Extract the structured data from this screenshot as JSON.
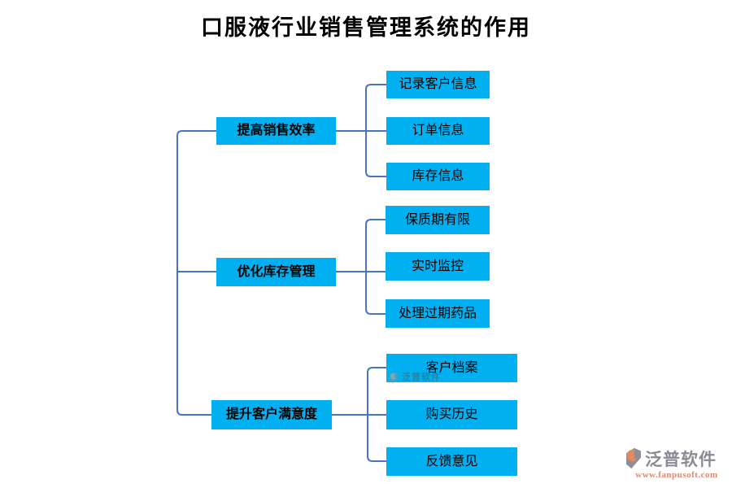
{
  "title": "口服液行业销售管理系统的作用",
  "tree": {
    "branches": [
      {
        "label": "提高销售效率",
        "children": [
          {
            "label": "记录客户信息"
          },
          {
            "label": "订单信息"
          },
          {
            "label": "库存信息"
          }
        ]
      },
      {
        "label": "优化库存管理",
        "children": [
          {
            "label": "保质期有限"
          },
          {
            "label": "实时监控"
          },
          {
            "label": "处理过期药品"
          }
        ]
      },
      {
        "label": "提升客户满意度",
        "children": [
          {
            "label": "客户档案"
          },
          {
            "label": "购买历史"
          },
          {
            "label": "反馈意见"
          }
        ]
      }
    ]
  },
  "watermark": {
    "text": "泛普软件"
  },
  "logo": {
    "name": "泛普软件",
    "url": "www.fanpusoft.com"
  },
  "colors": {
    "box_fill": "#00B0F0",
    "connector": "#4874C8",
    "title_text": "#000000",
    "logo_text": "#8A8A95",
    "logo_accent": "#DF8A63",
    "url_text": "#DC8A70"
  }
}
